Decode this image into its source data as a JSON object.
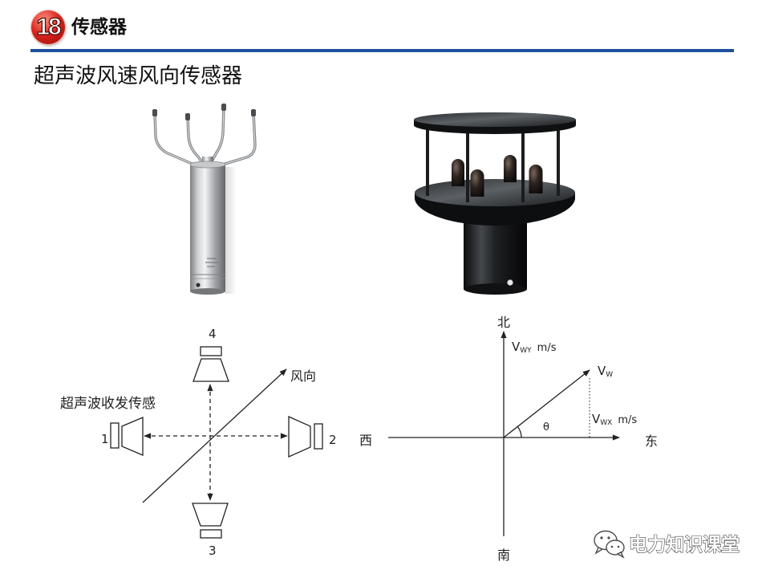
{
  "header": {
    "badge_number": "18",
    "title": "传感器",
    "badge_color": "#d8231b",
    "rule_color": "#1f4f9e"
  },
  "subtitle": "超声波风速风向传感器",
  "transducer_diagram": {
    "labels": [
      "1",
      "2",
      "3",
      "4"
    ],
    "wind_direction": "风向",
    "transceiver_label": "超声波收发传感"
  },
  "vector_diagram": {
    "north": "北",
    "south": "南",
    "west": "西",
    "east": "东",
    "vwy": {
      "symbol": "V",
      "subscript": "WY",
      "unit": "m/s"
    },
    "vw": {
      "symbol": "V",
      "subscript": "W"
    },
    "vwx": {
      "symbol": "V",
      "subscript": "WX",
      "unit": "m/s"
    },
    "angle": "θ"
  },
  "watermark": {
    "icon": "wechat-icon",
    "text": "电力知识课堂"
  }
}
